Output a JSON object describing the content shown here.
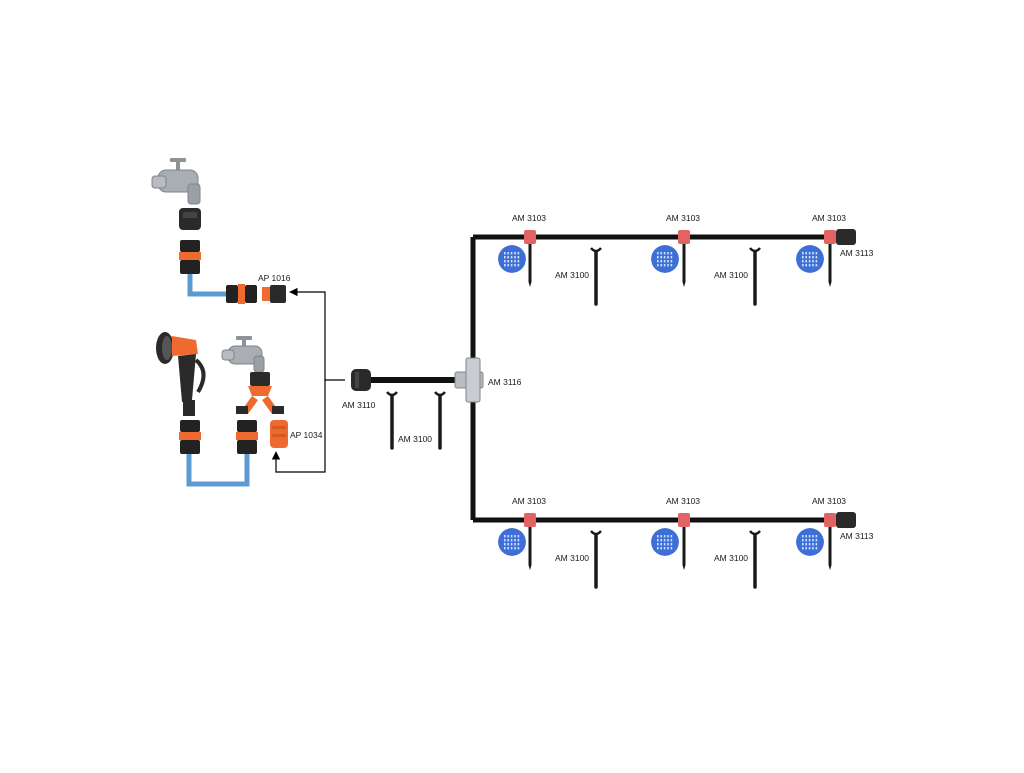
{
  "labels": {
    "ap1016": "AP 1016",
    "ap1034": "AP 1034",
    "am3110": "AM 3110",
    "am3116": "AM 3116",
    "am3100": "AM 3100",
    "am3103": "AM 3103",
    "am3113": "AM 3113"
  },
  "colors": {
    "pipe": "#111111",
    "garden_hose": "#5b9bd0",
    "connector_orange": "#ee6a2e",
    "connector_black": "#2a2a2a",
    "sprinkler_blue": "#3e6fd6",
    "tap_metal": "#a9aeb4",
    "arrow": "#000000"
  },
  "icons": [
    "water-tap-icon",
    "hose-connector-icon",
    "spray-gun-icon",
    "y-splitter-icon",
    "stake-icon",
    "tee-connector-icon",
    "sprinkler-icon",
    "end-cap-icon"
  ]
}
